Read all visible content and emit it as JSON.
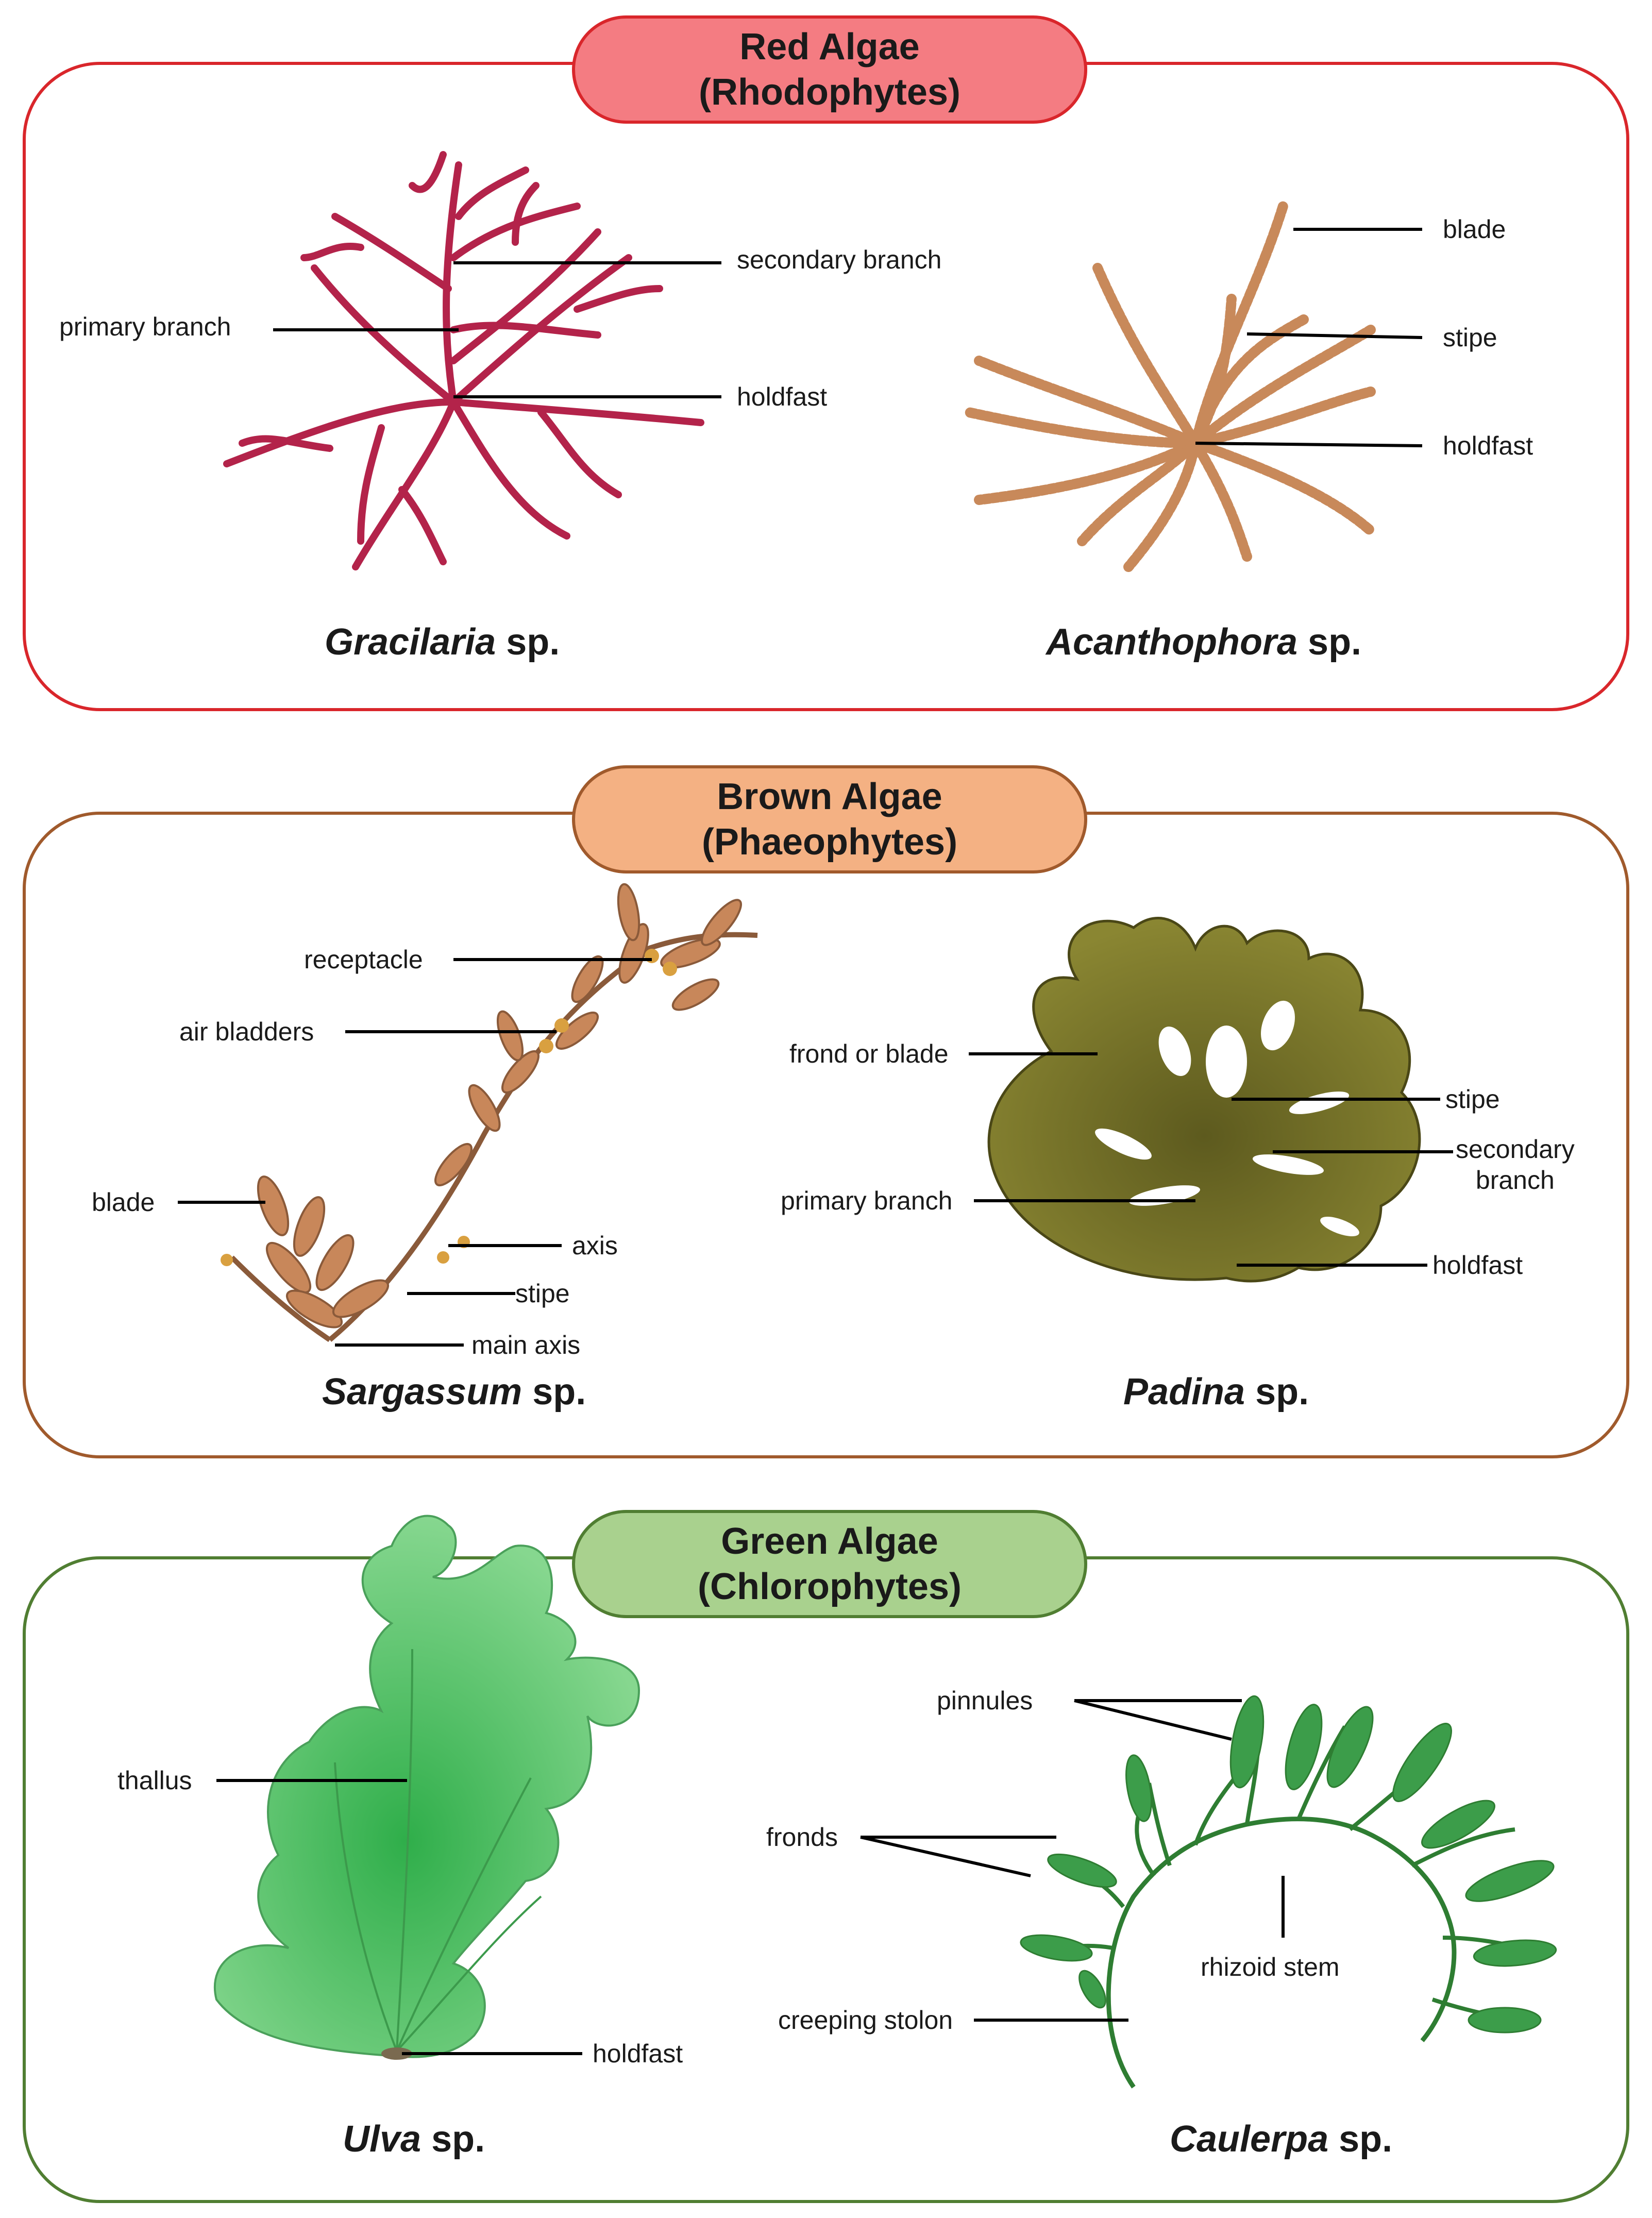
{
  "sections": [
    {
      "title": "Red Algae",
      "subtitle": "(Rhodophytes)",
      "color": "#f47c82",
      "border": "#d9262b",
      "species": [
        {
          "genus": "Gracilaria",
          "suffix": "sp.",
          "labels": {
            "secondary": "secondary branch",
            "primary": "primary branch",
            "holdfast": "holdfast"
          }
        },
        {
          "genus": "Acanthophora",
          "suffix": "sp.",
          "labels": {
            "blade": "blade",
            "stipe": "stipe",
            "holdfast": "holdfast"
          }
        }
      ]
    },
    {
      "title": "Brown Algae",
      "subtitle": "(Phaeophytes)",
      "color": "#f4b183",
      "border": "#a05a2c",
      "species": [
        {
          "genus": "Sargassum",
          "suffix": "sp.",
          "labels": {
            "receptacle": "receptacle",
            "bladders": "air bladders",
            "blade": "blade",
            "axis": "axis",
            "stipe": "stipe",
            "main_axis": "main axis"
          }
        },
        {
          "genus": "Padina",
          "suffix": "sp.",
          "labels": {
            "frond": "frond or blade",
            "stipe": "stipe",
            "secondary_1": "secondary",
            "secondary_2": "branch",
            "primary": "primary branch",
            "holdfast": "holdfast"
          }
        }
      ]
    },
    {
      "title": "Green Algae",
      "subtitle": "(Chlorophytes)",
      "color": "#a9d18e",
      "border": "#507e32",
      "species": [
        {
          "genus": "Ulva",
          "suffix": "sp.",
          "labels": {
            "thallus": "thallus",
            "holdfast": "holdfast"
          }
        },
        {
          "genus": "Caulerpa",
          "suffix": "sp.",
          "labels": {
            "pinnules": "pinnules",
            "fronds": "fronds",
            "rhizoid": "rhizoid stem",
            "stolon": "creeping stolon"
          }
        }
      ]
    }
  ]
}
